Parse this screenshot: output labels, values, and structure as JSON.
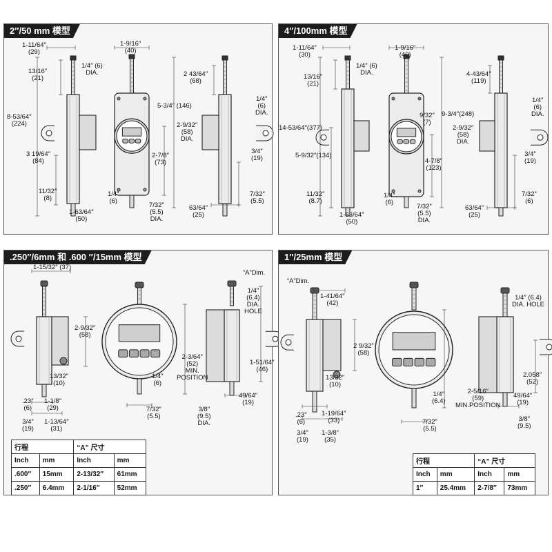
{
  "panels": [
    {
      "title": "2″/50 mm 模型",
      "labels": [
        [
          "1-11/64″",
          "(29)"
        ],
        [
          "1-9/16″",
          "(40)"
        ],
        [
          "1/4″   (6)",
          "DIA."
        ],
        [
          "13/16″",
          "(21)"
        ],
        [
          "2 43/64″",
          "(68)"
        ],
        [
          "1/4″",
          "(6)",
          "DIA."
        ],
        [
          "5-3/4″  (146)"
        ],
        [
          "8-53/64″",
          "(224)"
        ],
        [
          "2-9/32″",
          "(58)",
          "DIA."
        ],
        [
          "3 19/64″",
          "(84)"
        ],
        [
          "2-7/8″",
          "(73)"
        ],
        [
          "3/4″",
          "(19)"
        ],
        [
          "11/32″",
          "(8)"
        ],
        [
          "1/4″",
          "(6)"
        ],
        [
          "7/32″",
          "(5.5)",
          "DIA."
        ],
        [
          "7/32″",
          "(5.5)"
        ],
        [
          "1-63/64″",
          "(50)"
        ],
        [
          "63/64″",
          "(25)"
        ]
      ]
    },
    {
      "title": "4″/100mm 模型",
      "labels": [
        [
          "1-11/64″",
          "(30)"
        ],
        [
          "1-9/16″",
          "(40)"
        ],
        [
          "1/4″   (6)",
          "DIA."
        ],
        [
          "13/16″",
          "(21)"
        ],
        [
          "4-43/64″",
          "(119)"
        ],
        [
          "1/4″",
          "(6)",
          "DIA."
        ],
        [
          "9/32″",
          "(7)"
        ],
        [
          "9-3/4″(248)"
        ],
        [
          "14-53/64″(377)"
        ],
        [
          "2-9/32″",
          "(58)",
          "DIA."
        ],
        [
          "5-9/32″(134)"
        ],
        [
          "4-7/8″",
          "(123)"
        ],
        [
          "3/4″",
          "(19)"
        ],
        [
          "11/32″",
          "(8.7)"
        ],
        [
          "1/4″",
          "(6)"
        ],
        [
          "7/32″",
          "(5.5)",
          "DIA."
        ],
        [
          "7/32″",
          "(6)"
        ],
        [
          "1-63/64″",
          "(50)"
        ],
        [
          "63/64″",
          "(25)"
        ]
      ]
    },
    {
      "title": ".250″/6mm 和 .600 ″/15mm 模型",
      "labels": [
        [
          "1-15/32″ (37)"
        ],
        [
          "“A”Dim."
        ],
        [
          "2-9/32″",
          "(58)"
        ],
        [
          "1/4″",
          "(6.4)",
          "DIA.",
          "HOLE"
        ],
        [
          "2-3/64″",
          "(52)",
          "MIN.",
          "POSITION"
        ],
        [
          "1-51/64″",
          "(46)"
        ],
        [
          "13/32″",
          "(10)"
        ],
        [
          "1/4″",
          "(6)"
        ],
        [
          ".23″",
          "(6)"
        ],
        [
          "1-1/8″",
          "(29)"
        ],
        [
          "49/64″",
          "(19)"
        ],
        [
          "7/32″",
          "(5.5)"
        ],
        [
          "3/4″",
          "(19)"
        ],
        [
          "1-13/64″",
          "(31)"
        ],
        [
          "3/8″",
          "(9.5)",
          "DIA."
        ]
      ],
      "table": {
        "headers": [
          "行程",
          "",
          "“A” 尺寸",
          ""
        ],
        "units": [
          "Inch",
          "mm",
          "Inch",
          "mm"
        ],
        "rows": [
          [
            ".600″",
            "15mm",
            "2-13/32″",
            "61mm"
          ],
          [
            ".250″",
            "6.4mm",
            "2-1/16″",
            "52mm"
          ]
        ]
      }
    },
    {
      "title": "1″/25mm 模型",
      "labels": [
        [
          "“A”Dim."
        ],
        [
          "1-41/64″",
          "(42)"
        ],
        [
          "1/4″ (6.4)",
          "DIA. HOLE"
        ],
        [
          "2 9/32″",
          "(58)"
        ],
        [
          "2.058″",
          "(52)"
        ],
        [
          "13/32″",
          "(10)"
        ],
        [
          "1/4″",
          "(6.4)"
        ],
        [
          "2-5/16″",
          "(59)",
          "MIN.POSITION"
        ],
        [
          "49/64″",
          "(19)"
        ],
        [
          ".23″",
          "(6)"
        ],
        [
          "1-19/64″",
          "(33)"
        ],
        [
          "7/32″",
          "(5.5)"
        ],
        [
          "3/8″",
          "(9.5)"
        ],
        [
          "3/4″",
          "(19)"
        ],
        [
          "1-3/8″",
          "(35)"
        ]
      ],
      "table": {
        "headers": [
          "行程",
          "",
          "“A” 尺寸",
          ""
        ],
        "units": [
          "Inch",
          "mm",
          "Inch",
          "mm"
        ],
        "rows": [
          [
            "1″",
            "25.4mm",
            "2-7/8″",
            "73mm"
          ]
        ]
      }
    }
  ]
}
